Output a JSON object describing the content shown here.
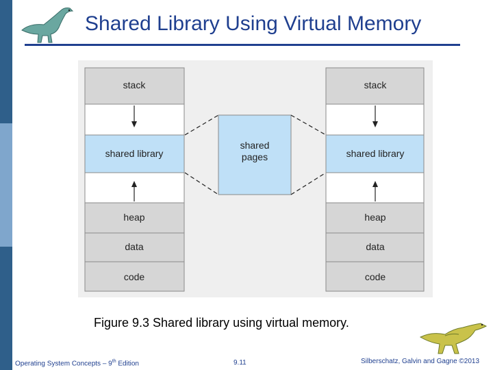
{
  "title": "Shared Library Using Virtual Memory",
  "left_process": {
    "stack": "stack",
    "shared_library": "shared library",
    "heap": "heap",
    "data": "data",
    "code": "code"
  },
  "shared_pages": {
    "line1": "shared",
    "line2": "pages"
  },
  "right_process": {
    "stack": "stack",
    "shared_library": "shared library",
    "heap": "heap",
    "data": "data",
    "code": "code"
  },
  "caption": "Figure 9.3 Shared library using virtual memory.",
  "footer": {
    "book_prefix": "Operating System Concepts – 9",
    "book_sup": "th",
    "book_suffix": " Edition",
    "page": "9.11",
    "copyright": "Silberschatz, Galvin and Gagne ©2013"
  },
  "colors": {
    "title": "#1f3f8f",
    "gray_block": "#d6d6d6",
    "shared_block": "#bfe0f7",
    "sidebar": "#2f5f8a"
  },
  "icons": [
    "dinosaur-logo-icon",
    "dinosaur-footer-icon"
  ]
}
